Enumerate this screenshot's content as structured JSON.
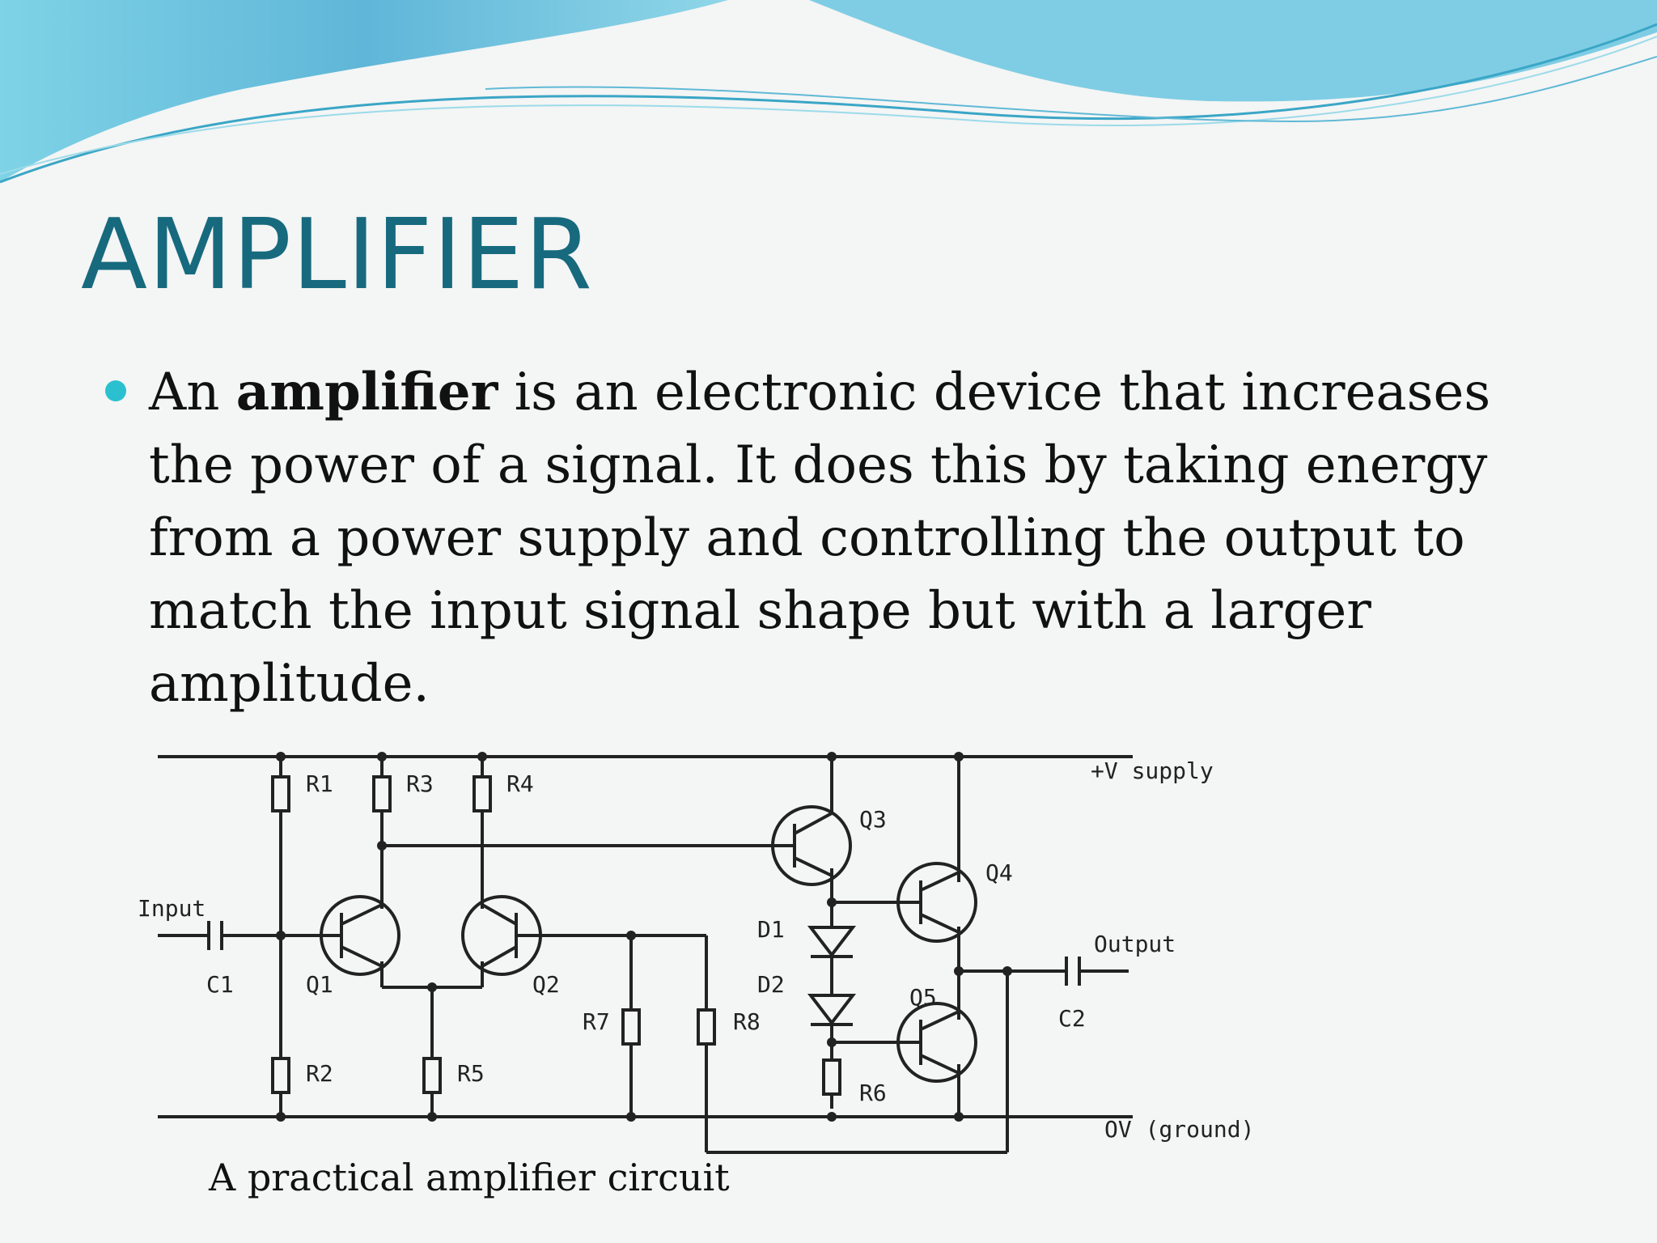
{
  "slide": {
    "title": "AMPLIFIER",
    "bullet": {
      "pre": "An ",
      "bold": "amplifier",
      "post": " is an electronic device that increases the power of a signal. It does this by taking energy from a power supply and controlling the output to match the input signal shape but with a larger amplitude."
    },
    "figure_caption": "A practical amplifier circuit"
  },
  "circuit_labels": {
    "r1": "R1",
    "r2": "R2",
    "r3": "R3",
    "r4": "R4",
    "r5": "R5",
    "r6": "R6",
    "r7": "R7",
    "r8": "R8",
    "q1": "Q1",
    "q2": "Q2",
    "q3": "Q3",
    "q4": "Q4",
    "q5": "Q5",
    "d1": "D1",
    "d2": "D2",
    "c1": "C1",
    "c2": "C2",
    "input": "Input",
    "output": "Output",
    "supply": "+V supply",
    "ground": "OV (ground)"
  },
  "colors": {
    "title": "#176a7e",
    "bullet": "#2bc0cf",
    "banner_dark": "#5bb8d6",
    "banner_light": "#9fdbe9"
  }
}
